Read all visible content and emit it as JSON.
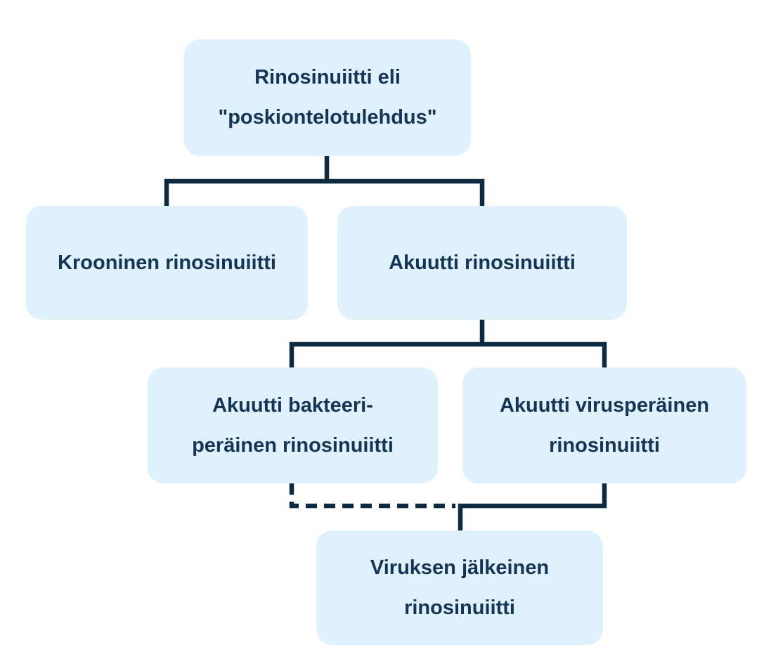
{
  "diagram": {
    "type": "tree-flowchart",
    "language": "fi",
    "nodes": [
      {
        "id": "root",
        "label": "Rinosinuiitti eli \"poskiontelotulehdus\"",
        "lines": [
          "Rinosinuiitti eli",
          "\"poskiontelotulehdus\""
        ],
        "parent": null
      },
      {
        "id": "krooninen",
        "label": "Krooninen rinosinuiitti",
        "lines": [
          "Krooninen rinosinuiitti"
        ],
        "parent": "root"
      },
      {
        "id": "akuutti",
        "label": "Akuutti rinosinuiitti",
        "lines": [
          "Akuutti rinosinuiitti"
        ],
        "parent": "root"
      },
      {
        "id": "bakteeri",
        "label": "Akuutti bakteeriperäinen rinosinuiitti",
        "lines": [
          "Akuutti bakteeri-",
          "peräinen rinosinuiitti"
        ],
        "parent": "akuutti"
      },
      {
        "id": "virus",
        "label": "Akuutti virusperäinen rinosinuiitti",
        "lines": [
          "Akuutti virusperäinen",
          "rinosinuiitti"
        ],
        "parent": "akuutti"
      },
      {
        "id": "viruksen-jalkeinen",
        "label": "Viruksen jälkeinen rinosinuiitti",
        "lines": [
          "Viruksen jälkeinen",
          "rinosinuiitti"
        ],
        "parent": "virus"
      }
    ],
    "edges": [
      {
        "from": "root",
        "to": "krooninen",
        "style": "solid"
      },
      {
        "from": "root",
        "to": "akuutti",
        "style": "solid"
      },
      {
        "from": "akuutti",
        "to": "bakteeri",
        "style": "solid"
      },
      {
        "from": "akuutti",
        "to": "virus",
        "style": "solid"
      },
      {
        "from": "virus",
        "to": "viruksen-jalkeinen",
        "style": "solid"
      },
      {
        "from": "bakteeri",
        "to": "viruksen-jalkeinen",
        "style": "dashed"
      }
    ]
  },
  "colors": {
    "box_fill": "#def1fd",
    "line": "#0d2a40",
    "text": "#163453",
    "background": "#ffffff"
  }
}
